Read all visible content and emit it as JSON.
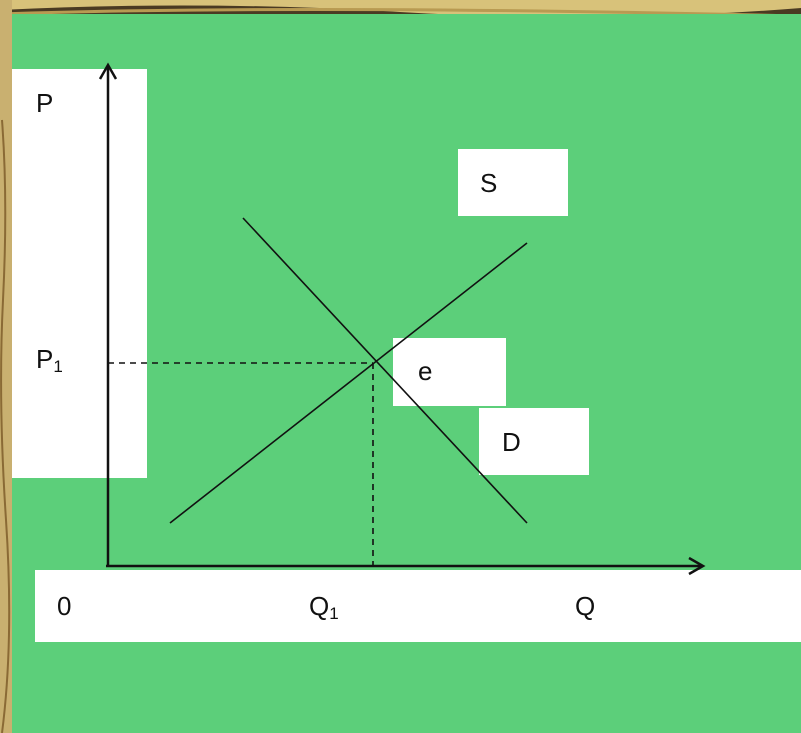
{
  "diagram": {
    "y_axis_label": "P",
    "x_axis_label": "Q",
    "origin_label": "0",
    "price_label": {
      "base": "P",
      "sub": "1"
    },
    "quantity_label": {
      "base": "Q",
      "sub": "1"
    },
    "supply_label": "S",
    "demand_label": "D",
    "equilibrium_label": "e"
  },
  "colors": {
    "board": "#5ccf7a",
    "label_box": "#ffffff",
    "line": "#111111"
  }
}
